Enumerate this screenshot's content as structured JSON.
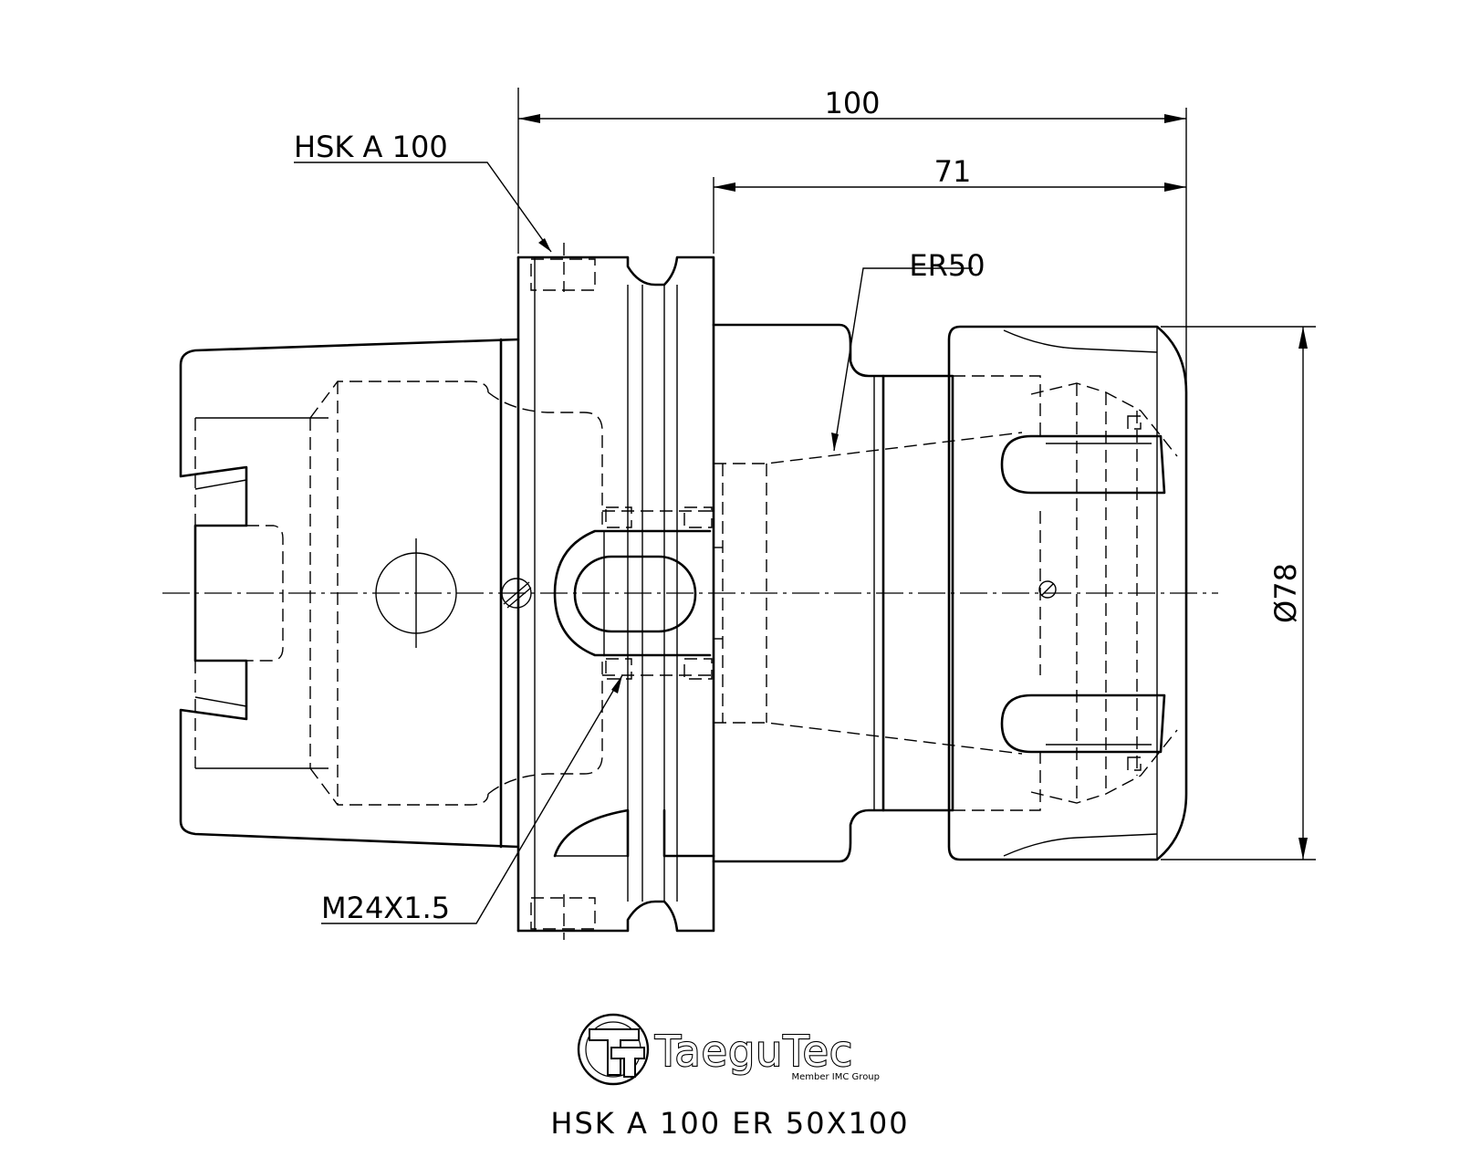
{
  "dimensions": {
    "overall_length": "100",
    "gauge_length": "71",
    "diameter": "Ø78"
  },
  "callouts": {
    "taper": "HSK A 100",
    "collet": "ER50",
    "thread": "M24X1.5"
  },
  "logo": {
    "brand": "TaeguTec",
    "tagline": "Member IMC Group"
  },
  "title": "HSK A 100 ER 50X100"
}
